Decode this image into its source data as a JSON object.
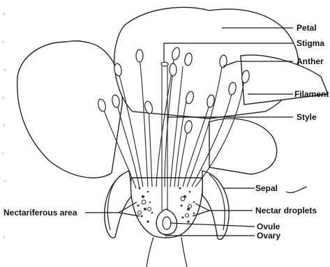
{
  "diagram": {
    "labels": {
      "petal": "Petal",
      "stigma": "Stigma",
      "anther": "Anther",
      "filament": "Filament",
      "style": "Style",
      "sepal": "Sepal",
      "nectariferous_area": "Nectariferous area",
      "nectar_droplets": "Nectar droplets",
      "ovule": "Ovule",
      "ovary": "Ovary"
    }
  }
}
